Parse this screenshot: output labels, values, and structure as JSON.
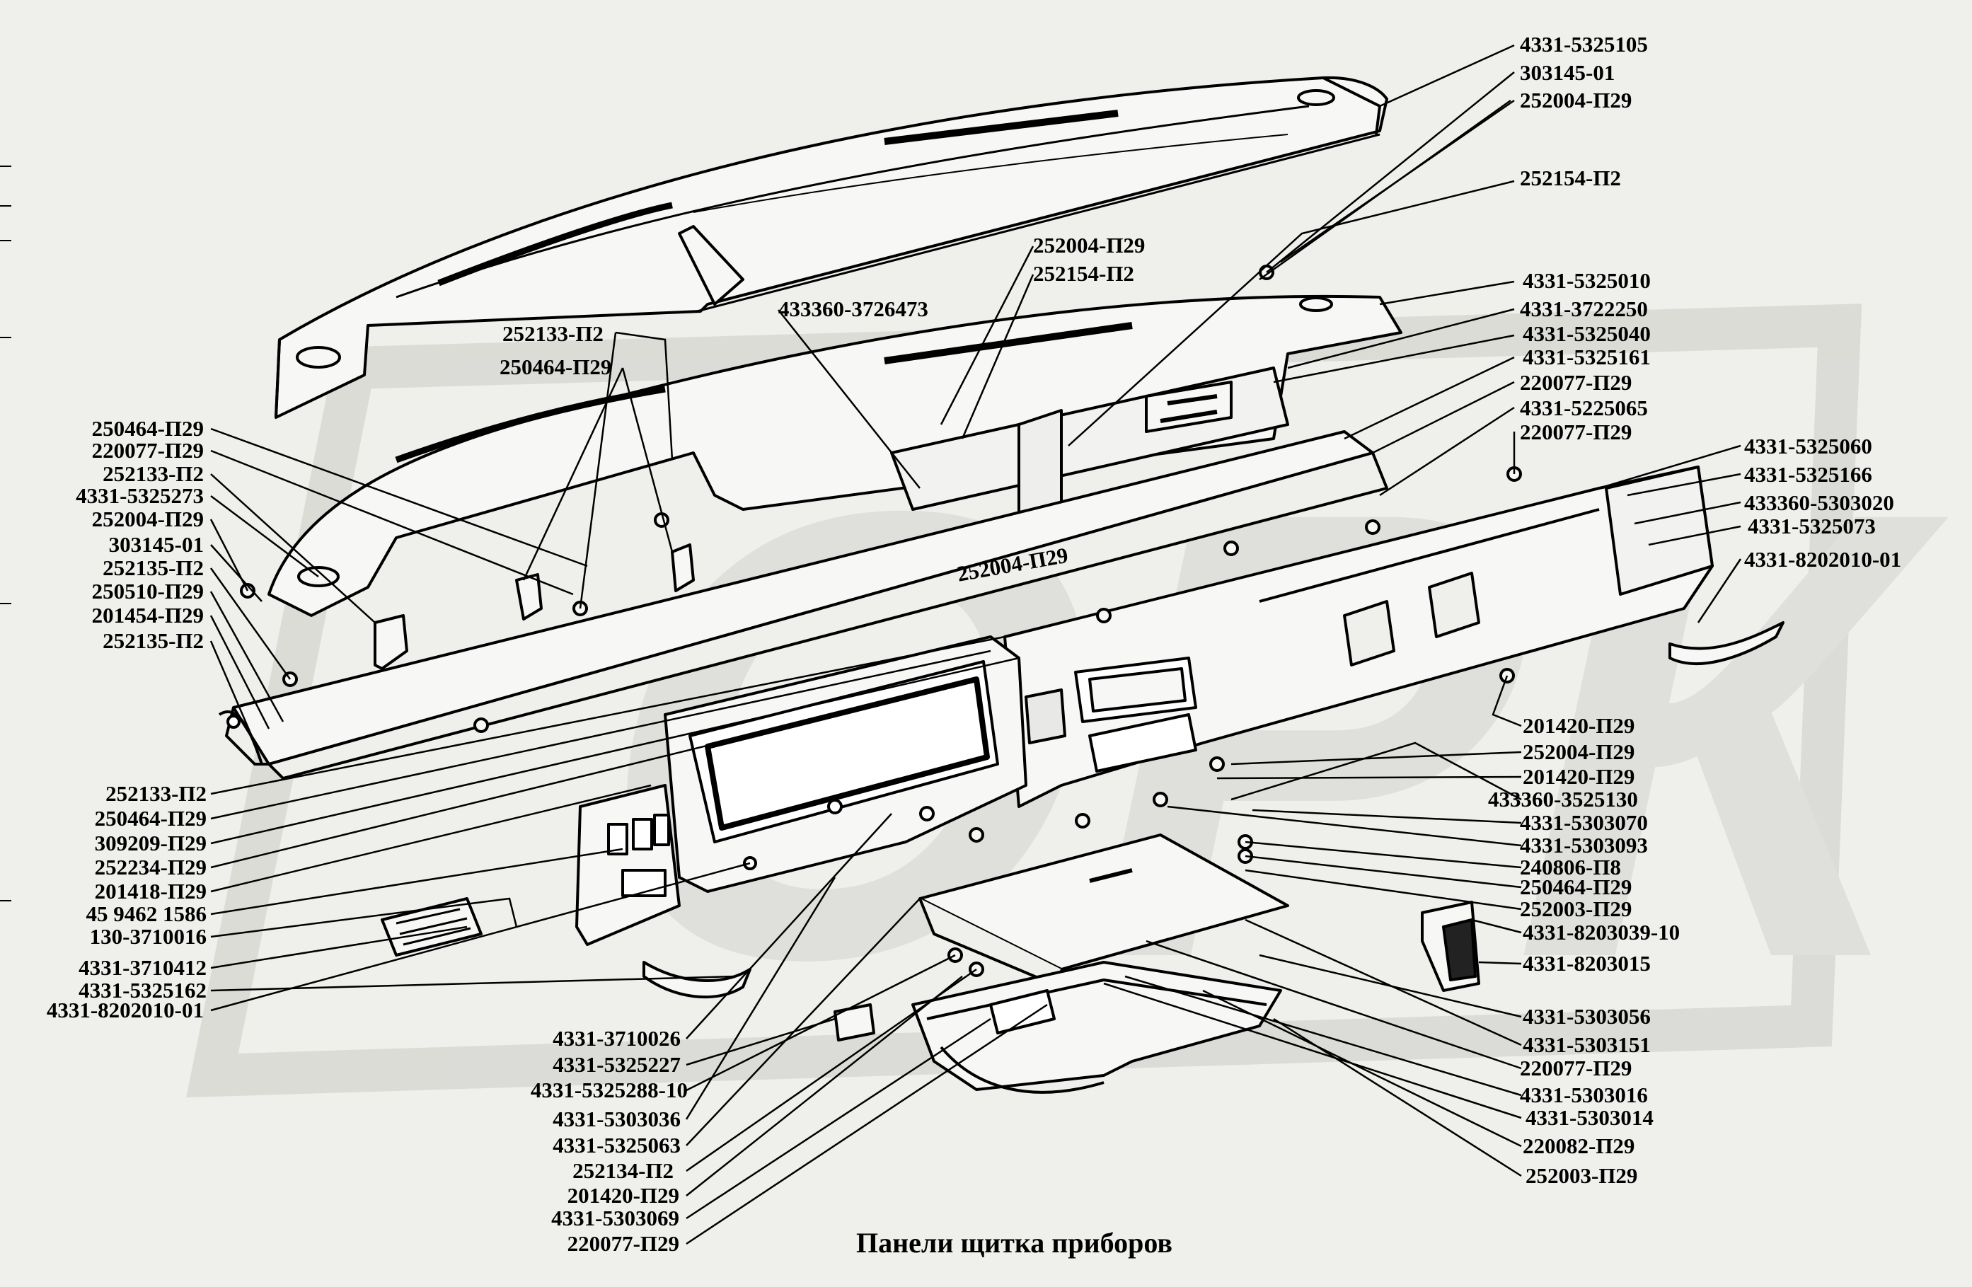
{
  "caption": "Панели щитка приборов",
  "watermark": "ОРК",
  "labels": {
    "l01": "4331-5325105",
    "l02": "303145-01",
    "l03": "252004-П29",
    "l04": "252154-П2",
    "l05": "252004-П29",
    "l06": "252154-П2",
    "l07": "433360-3726473",
    "l08": "4331-5325010",
    "l09": "4331-3722250",
    "l10": "4331-5325040",
    "l11": "4331-5325161",
    "l12": "220077-П29",
    "l13": "4331-5225065",
    "l14": "220077-П29",
    "l15": "4331-5325060",
    "l16": "4331-5325166",
    "l17": "433360-5303020",
    "l18": "4331-5325073",
    "l19": "4331-8202010-01",
    "l20": "252133-П2",
    "l21": "250464-П29",
    "l22": "250464-П29",
    "l23": "220077-П29",
    "l24": "252133-П2",
    "l25": "4331-5325273",
    "l26": "252004-П29",
    "l27": "303145-01",
    "l28": "252135-П2",
    "l29": "250510-П29",
    "l30": "201454-П29",
    "l31": "252135-П2",
    "l32": "252004-П29",
    "l33": "201420-П29",
    "l34": "252004-П29",
    "l35": "201420-П29",
    "l36": "433360-3525130",
    "l37": "4331-5303070",
    "l38": "4331-5303093",
    "l39": "240806-П8",
    "l40": "250464-П29",
    "l41": "252003-П29",
    "l42": "4331-8203039-10",
    "l43": "4331-8203015",
    "l44": "252133-П2",
    "l45": "250464-П29",
    "l46": "309209-П29",
    "l47": "252234-П29",
    "l48": "201418-П29",
    "l49": "45 9462 1586",
    "l50": "130-3710016",
    "l51": "4331-3710412",
    "l52": "4331-5325162",
    "l53": "4331-8202010-01",
    "l54": "4331-3710026",
    "l55": "4331-5325227",
    "l56": "4331-5325288-10",
    "l57": "4331-5303036",
    "l58": "4331-5325063",
    "l59": "252134-П2",
    "l60": "201420-П29",
    "l61": "4331-5303069",
    "l62": "220077-П29",
    "l63": "4331-5303056",
    "l64": "4331-5303151",
    "l65": "220077-П29",
    "l66": "4331-5303016",
    "l67": "4331-5303014",
    "l68": "220082-П29",
    "l69": "252003-П29"
  }
}
